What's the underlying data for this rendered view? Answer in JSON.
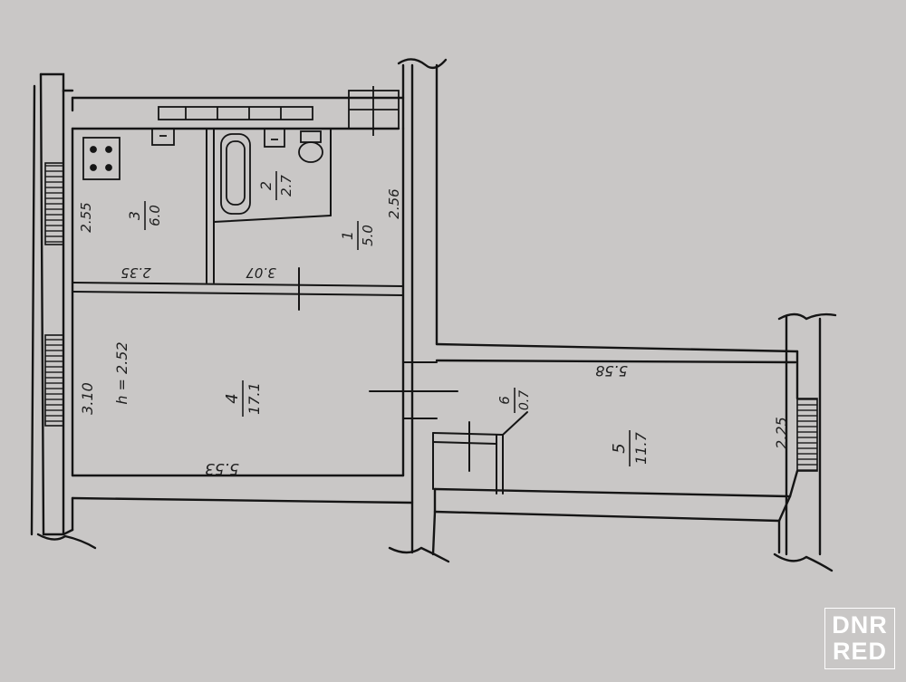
{
  "rooms": [
    {
      "number": "1",
      "area": "5.0"
    },
    {
      "number": "2",
      "area": "2.7"
    },
    {
      "number": "3",
      "area": "6.0"
    },
    {
      "number": "4",
      "area": "17.1"
    },
    {
      "number": "5",
      "area": "11.7"
    },
    {
      "number": "6",
      "area": "0.7"
    }
  ],
  "dimensions": {
    "kitchen_width": "2.55",
    "kitchen_length": "2.35",
    "hall_width": "2.56",
    "hall_length": "3.07",
    "living_width": "3.10",
    "ceiling_height": "h = 2.52",
    "living_length": "5.53",
    "bedroom_length": "5.58",
    "bedroom_width": "2.25"
  },
  "watermark": {
    "line1": "DNR",
    "line2": "RED"
  }
}
